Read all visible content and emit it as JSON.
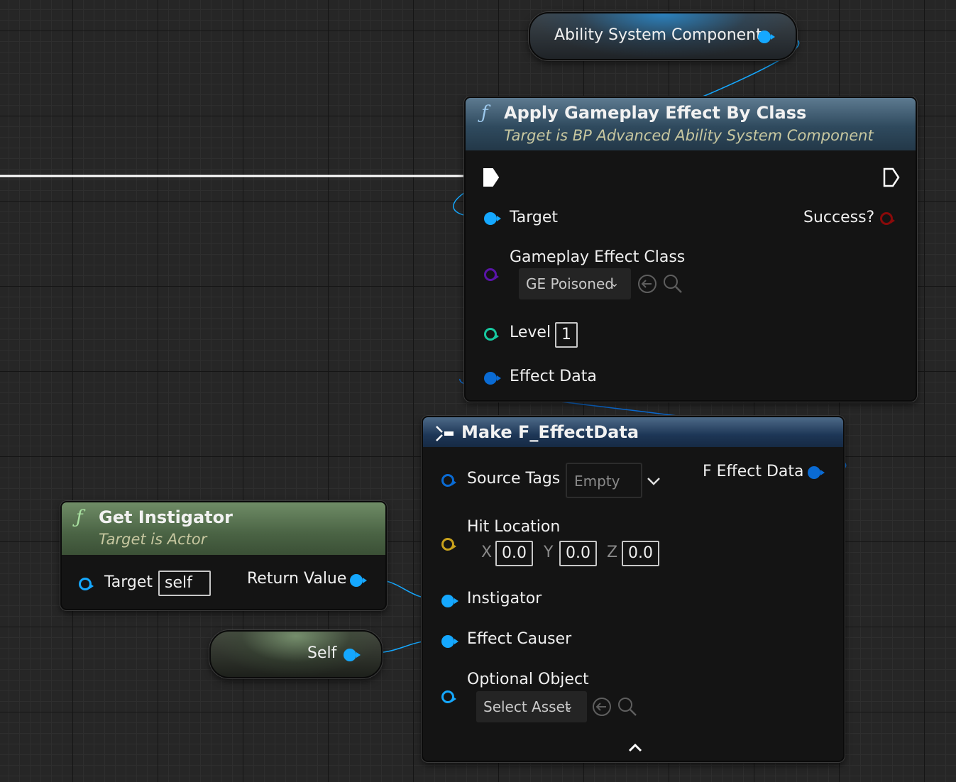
{
  "colors": {
    "exec_wire": "#ffffff",
    "object_pin": "#15a8ff",
    "struct_pin": "#0a6bd4",
    "bool_pin": "#8a0a0a",
    "class_pin": "#5a14a8",
    "int_pin": "#17c9a0",
    "vector_pin": "#c9a21c"
  },
  "asc_node": {
    "label": "Ability System Component"
  },
  "apply_node": {
    "title": "Apply Gameplay Effect By Class",
    "subtitle": "Target is BP Advanced Ability System Component",
    "target_label": "Target",
    "success_label": "Success?",
    "effect_class_label": "Gameplay Effect Class",
    "effect_class_value": "GE Poisoned",
    "level_label": "Level",
    "level_value": "1",
    "effect_data_label": "Effect Data"
  },
  "make_node": {
    "title": "Make F_EffectData",
    "source_tags_label": "Source Tags",
    "source_tags_value": "Empty",
    "output_label": "F Effect Data",
    "hit_location_label": "Hit Location",
    "x_label": "X",
    "x_value": "0.0",
    "y_label": "Y",
    "y_value": "0.0",
    "z_label": "Z",
    "z_value": "0.0",
    "instigator_label": "Instigator",
    "effect_causer_label": "Effect Causer",
    "optional_object_label": "Optional Object",
    "optional_object_value": "Select Asset"
  },
  "instigator_node": {
    "title": "Get Instigator",
    "subtitle": "Target is Actor",
    "target_label": "Target",
    "target_value": "self",
    "return_label": "Return Value"
  },
  "self_node": {
    "label": "Self"
  }
}
